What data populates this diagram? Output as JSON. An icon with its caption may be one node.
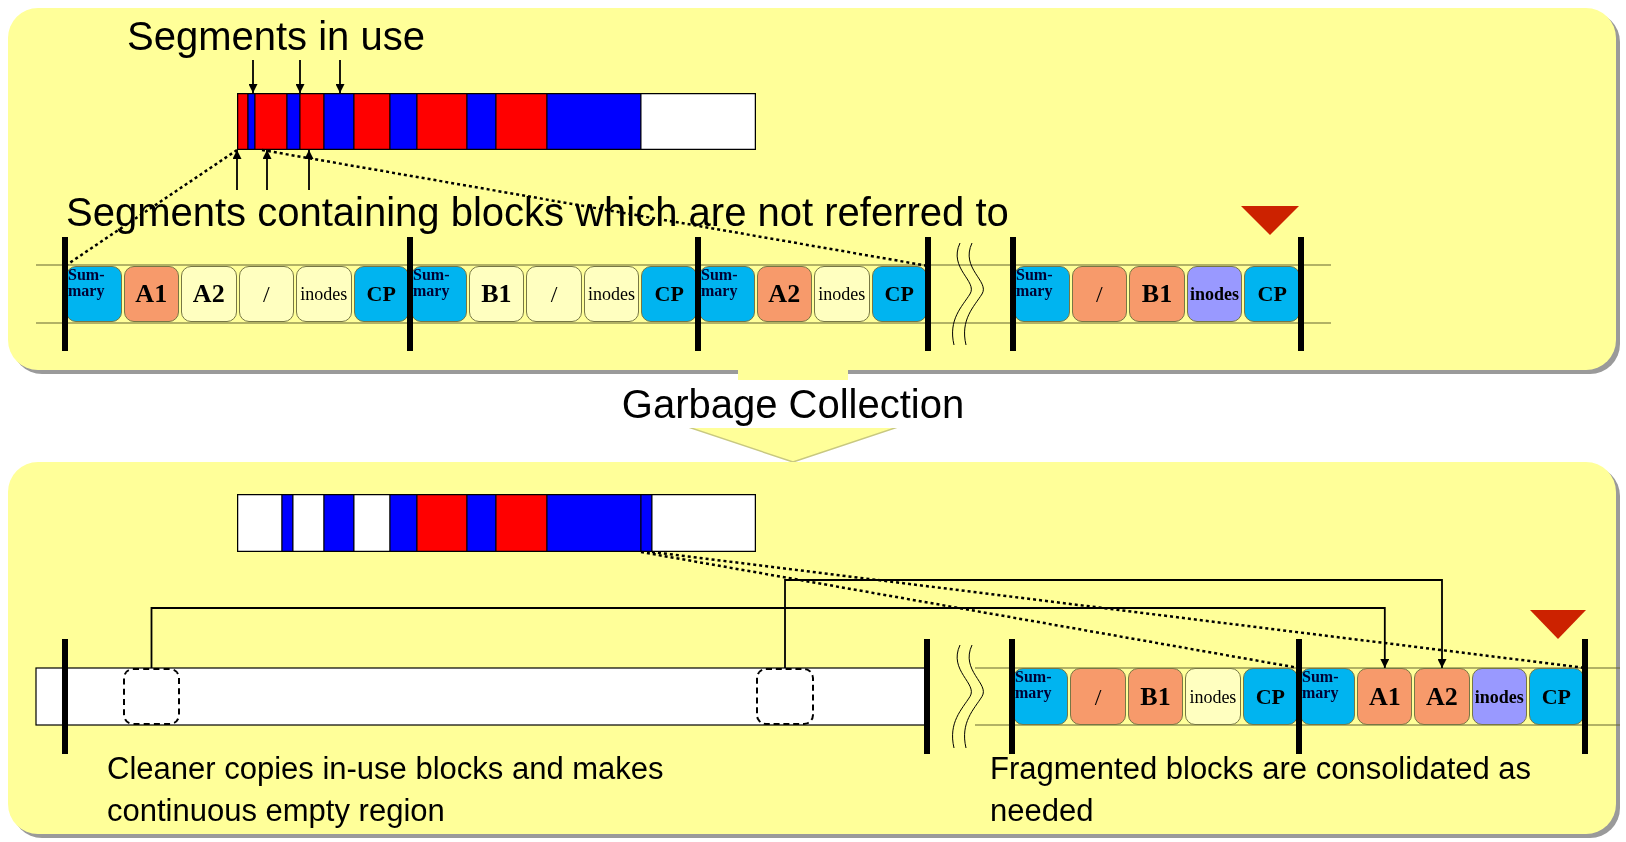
{
  "diagram": {
    "nodes": [
      {
        "text": [],
        "shape": "box"
      },
      {
        "text": [],
        "shape": "bar",
        "in": 0
      },
      {
        "text": [
          "Sum- mary"
        ],
        "in": 0
      },
      {
        "text": [
          "A1"
        ],
        "in": 0
      },
      {
        "text": [
          "A2"
        ],
        "in": 0
      },
      {
        "text": [
          "/"
        ],
        "in": 0
      },
      {
        "text": [
          "inodes"
        ],
        "in": 0
      },
      {
        "text": [
          "CP"
        ],
        "in": 0
      },
      {
        "text": [
          "Sum- mary"
        ],
        "in": 0
      },
      {
        "text": [
          "B1"
        ],
        "in": 0
      },
      {
        "text": [
          "/"
        ],
        "in": 0
      },
      {
        "text": [
          "inodes"
        ],
        "in": 0
      },
      {
        "text": [
          "CP"
        ],
        "in": 0
      },
      {
        "text": [
          "Sum- mary"
        ],
        "in": 0
      },
      {
        "text": [
          "A2"
        ],
        "in": 0
      },
      {
        "text": [
          "inodes"
        ],
        "in": 0
      },
      {
        "text": [
          "CP"
        ],
        "in": 0
      },
      {
        "text": [
          "Sum- mary"
        ],
        "in": 0
      },
      {
        "text": [
          "/"
        ],
        "in": 0
      },
      {
        "text": [
          "B1"
        ],
        "in": 0
      },
      {
        "text": [
          "inodes"
        ],
        "in": 0
      },
      {
        "text": [
          "CP"
        ],
        "in": 0
      },
      {
        "text": [],
        "shape": "box"
      },
      {
        "text": [],
        "shape": "bar",
        "in": 22
      },
      {
        "text": [],
        "shape": "box",
        "in": 22
      },
      {
        "text": [],
        "shape": "box",
        "in": 22
      },
      {
        "text": [
          "Sum- mary"
        ],
        "in": 22
      },
      {
        "text": [
          "/"
        ],
        "in": 22
      },
      {
        "text": [
          "B1"
        ],
        "in": 22
      },
      {
        "text": [
          "inodes"
        ],
        "in": 22
      },
      {
        "text": [
          "CP"
        ],
        "in": 22
      },
      {
        "text": [
          "Sum- mary"
        ],
        "in": 22
      },
      {
        "text": [
          "A1"
        ],
        "in": 22
      },
      {
        "text": [
          "A2"
        ],
        "in": 22
      },
      {
        "text": [
          "inodes"
        ],
        "in": 22
      },
      {
        "text": [
          "CP"
        ],
        "in": 22
      },
      {
        "text": [
          "Segments in use"
        ],
        "in": 0
      },
      {
        "text": [
          "Segments containing blocks which are not referred to"
        ],
        "in": 0
      }
    ],
    "edges": [
      {
        "from": 0,
        "to": 22,
        "arrow": "to",
        "label": "Garbage Collection",
        "style": "thick",
        "color": "#ffff99"
      },
      {
        "from": 24,
        "to": 32,
        "arrow": "to"
      },
      {
        "from": 25,
        "to": 33,
        "arrow": "to"
      },
      {
        "from": 36,
        "to": 1,
        "arrow": "to"
      },
      {
        "from": 36,
        "to": 1,
        "arrow": "to"
      },
      {
        "from": 36,
        "to": 1,
        "arrow": "to"
      },
      {
        "from": 37,
        "to": 1,
        "arrow": "to"
      },
      {
        "from": 37,
        "to": 1,
        "arrow": "to"
      },
      {
        "from": 37,
        "to": 1,
        "arrow": "to"
      },
      {
        "from": 1,
        "to": 2,
        "arrow": "none",
        "style": "dashed"
      },
      {
        "from": 1,
        "to": 16,
        "arrow": "none",
        "style": "dashed"
      },
      {
        "from": 23,
        "to": 31,
        "arrow": "none",
        "style": "dashed"
      },
      {
        "from": 23,
        "to": 35,
        "arrow": "none",
        "style": "dashed"
      }
    ],
    "labels": [
      "Cleaner copies in-use blocks and makes continuous empty region",
      "Fragmented blocks are consolidated as needed"
    ]
  }
}
